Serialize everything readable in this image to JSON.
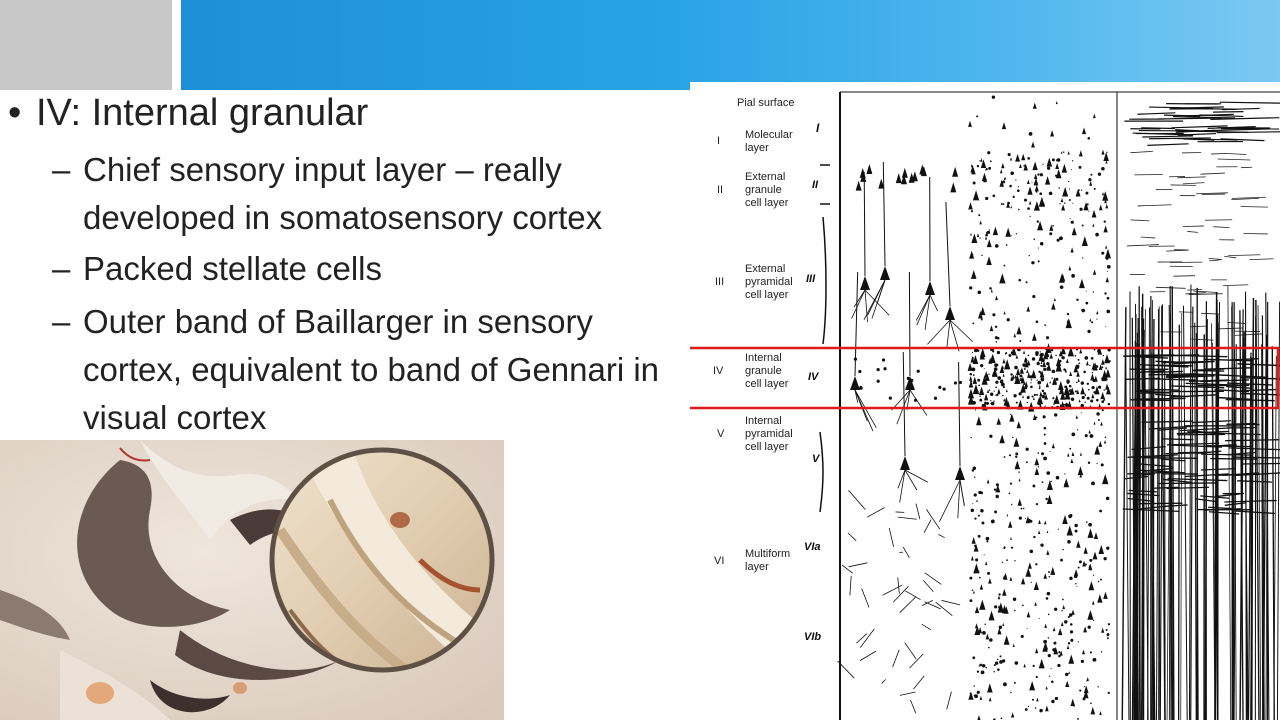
{
  "slide": {
    "heading_bullet": "•",
    "heading": "IV: Internal granular",
    "dash": "–",
    "points": [
      "Chief sensory input layer – really developed in somatosensory cortex",
      "Packed stellate cells",
      "Outer band of Baillarger in sensory cortex, equivalent to band of Gennari in visual cortex"
    ]
  },
  "diagram": {
    "top_label": "Pial surface",
    "layers": [
      {
        "numeral": "I",
        "lines": [
          "Molecular",
          "layer"
        ],
        "script_label": "I"
      },
      {
        "numeral": "II",
        "lines": [
          "External",
          "granule",
          "cell layer"
        ],
        "script_label": "II"
      },
      {
        "numeral": "III",
        "lines": [
          "External",
          "pyramidal",
          "cell layer"
        ],
        "script_label": "III"
      },
      {
        "numeral": "IV",
        "lines": [
          "Internal",
          "granule",
          "cell layer"
        ],
        "script_label": "IV"
      },
      {
        "numeral": "V",
        "lines": [
          "Internal",
          "pyramidal",
          "cell layer"
        ],
        "script_label": "V"
      },
      {
        "numeral": "VI",
        "lines": [
          "Multiform",
          "layer"
        ],
        "script_label": "VIa"
      },
      {
        "numeral": "",
        "lines": [],
        "script_label": "VIb"
      }
    ],
    "highlight_color": "#e0191b"
  },
  "colors": {
    "header_blue": "#1c8fd8",
    "header_gray": "#c8c8c8",
    "text": "#222222"
  }
}
